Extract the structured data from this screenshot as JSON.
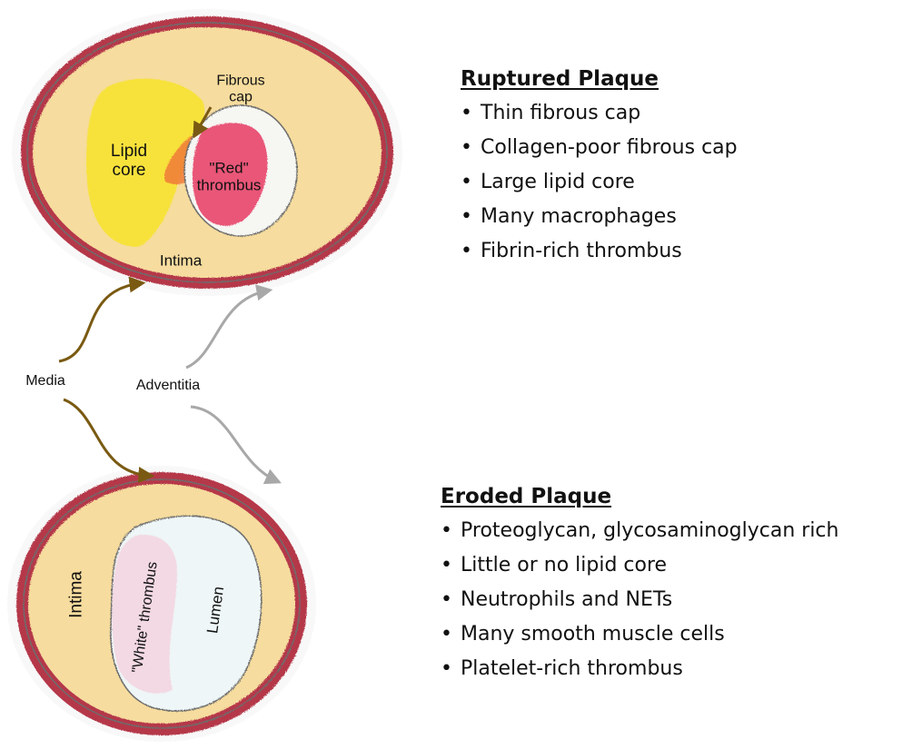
{
  "labels": {
    "fibrous_cap": [
      "Fibrous",
      "cap"
    ],
    "lipid_core": [
      "Lipid",
      "core"
    ],
    "red_thrombus": [
      "\"Red\"",
      "thrombus"
    ],
    "intima_top": "Intima",
    "media": "Media",
    "adventitia": "Adventitia",
    "intima_bottom": "Intima",
    "white_thrombus": "\"White\" thrombus",
    "lumen": "Lumen"
  },
  "ruptured": {
    "title": "Ruptured Plaque",
    "bullet": "•",
    "items": [
      "Thin fibrous cap",
      "Collagen-poor fibrous cap",
      "Large lipid core",
      "Many macrophages",
      "Fibrin-rich thrombus"
    ]
  },
  "eroded": {
    "title": "Eroded Plaque",
    "bullet": "•",
    "items": [
      "Proteoglycan, glycosaminoglycan rich",
      "Little or no lipid core",
      "Neutrophils and NETs",
      "Many smooth muscle cells",
      "Platelet-rich thrombus"
    ]
  },
  "colors": {
    "adventitia_red": "#b5384a",
    "intima_cream": "#f6dc9e",
    "lipid_yellow": "#f7e23a",
    "red_thrombus": "#e8456a",
    "media_arrow": "#7a5a12",
    "adventitia_arrow": "#a8a8a8",
    "lumen_fill": "#eef6f7",
    "white_thrombus": "#f3d6e0"
  }
}
